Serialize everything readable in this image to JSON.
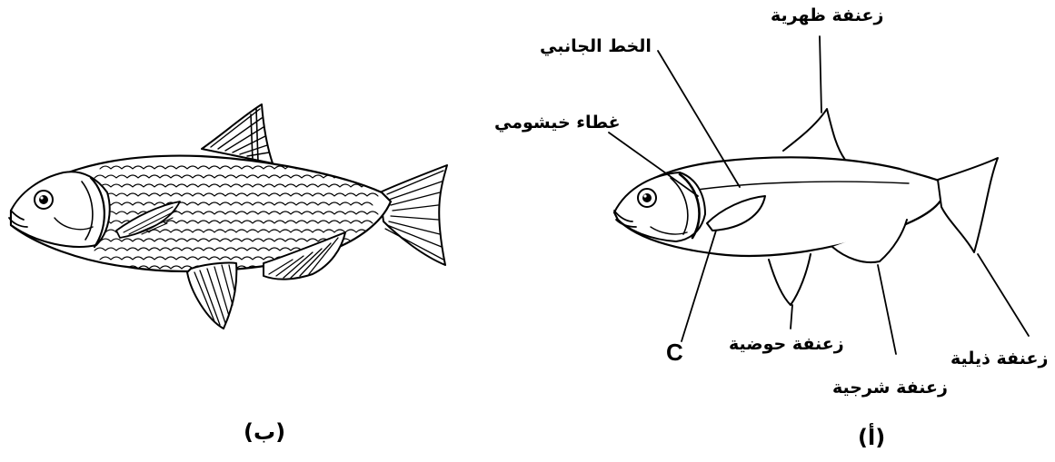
{
  "figure_b": {
    "caption": "(ب)"
  },
  "figure_a": {
    "caption": "(أ)",
    "labels": {
      "dorsal_fin": "زعنفة ظهرية",
      "lateral_line": "الخط الجانبي",
      "gill_cover": "غطاء خيشومي",
      "pelvic_fin": "زعنفة حوضية",
      "anal_fin": "زعنفة شرجية",
      "caudal_fin": "زعنفة ذيلية",
      "c_marker": "C"
    }
  }
}
